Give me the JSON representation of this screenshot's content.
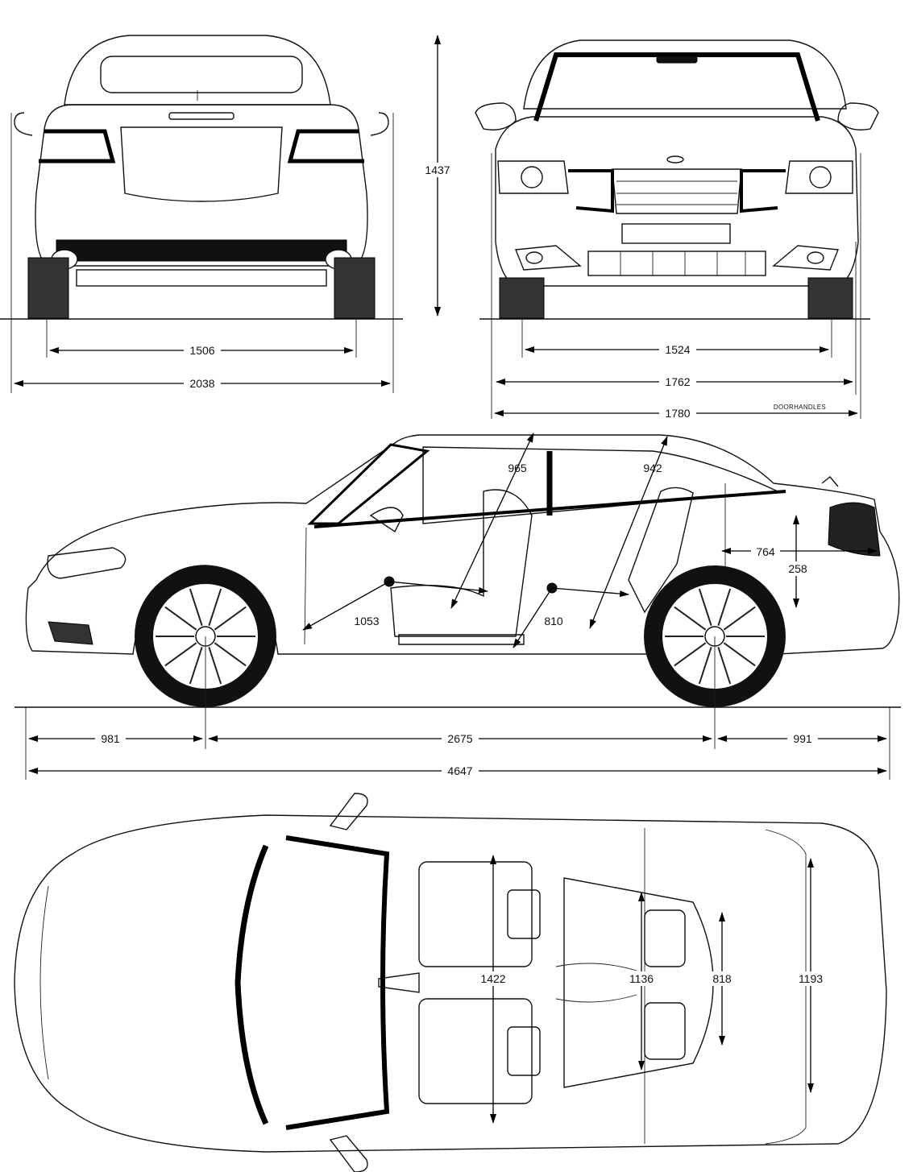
{
  "dimensions": {
    "rear_track": "1506",
    "overall_width_mirrors": "2038",
    "overall_height": "1437",
    "front_track": "1524",
    "body_width": "1762",
    "width_doorhandles": "1780",
    "doorhandles_label": "DOORHANDLES",
    "front_headroom": "965",
    "rear_headroom": "942",
    "trunk_length": "764",
    "trunk_opening_height": "258",
    "front_legroom": "1053",
    "rear_legroom": "810",
    "front_overhang": "981",
    "wheelbase": "2675",
    "rear_overhang": "991",
    "overall_length": "4647",
    "front_shoulder_width": "1422",
    "rear_shoulder_width": "1136",
    "rear_seat_width": "818",
    "trunk_width": "1193"
  },
  "colors": {
    "ink": "#111111",
    "paper": "#ffffff"
  }
}
